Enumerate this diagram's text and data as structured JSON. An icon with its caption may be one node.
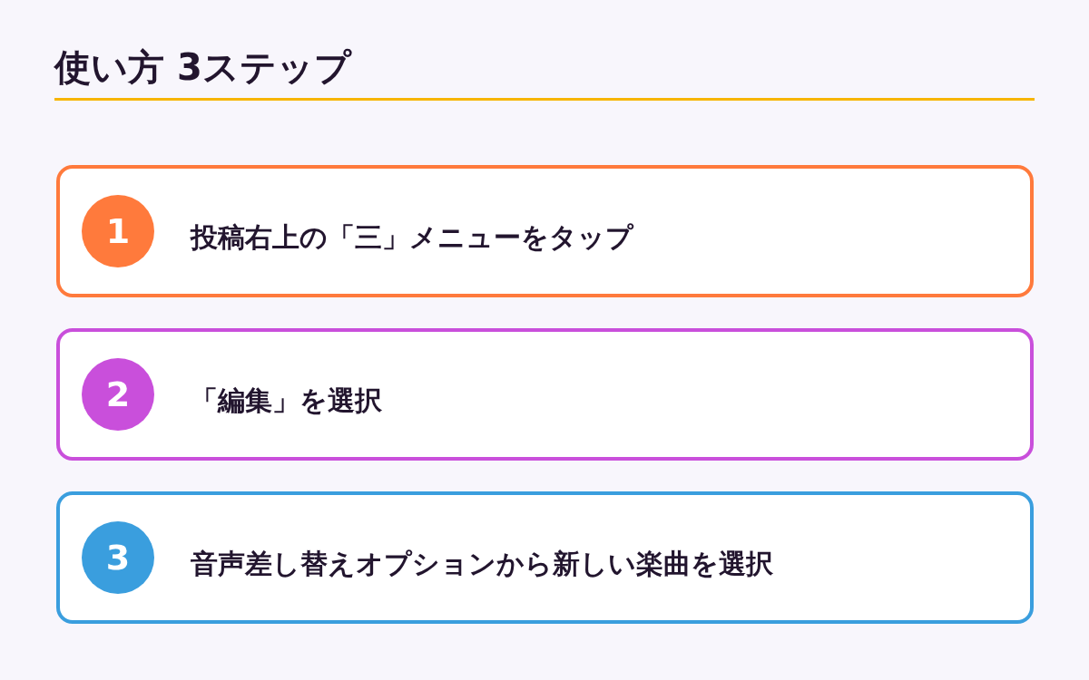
{
  "diagram": {
    "title": "使い方 3ステップ",
    "nodes": [
      {
        "text": [
          "投稿右上の「三」メニューをタップ"
        ]
      },
      {
        "text": [
          "1"
        ],
        "in": 0
      },
      {
        "text": [
          "「編集」を選択"
        ]
      },
      {
        "text": [
          "2"
        ],
        "in": 2
      },
      {
        "text": [
          "音声差し替えオプションから新しい楽曲を選択"
        ]
      },
      {
        "text": [
          "3"
        ],
        "in": 4
      }
    ]
  }
}
